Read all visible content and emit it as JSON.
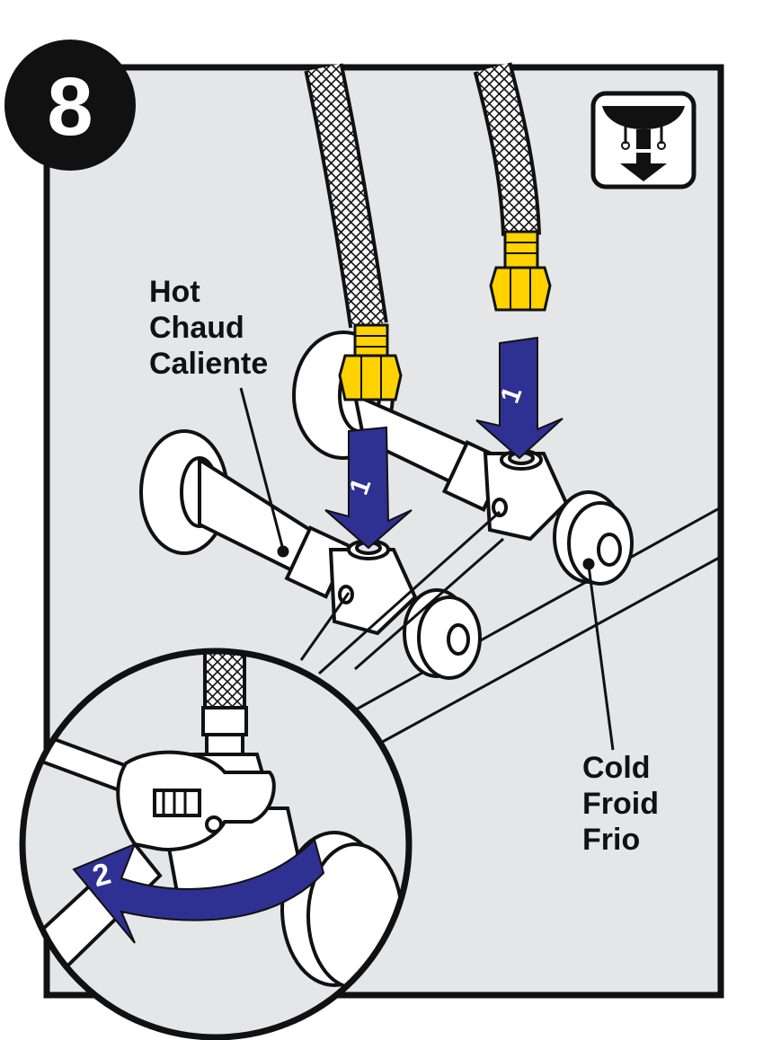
{
  "step": {
    "number": "8"
  },
  "labels": {
    "hot": [
      "Hot",
      "Chaud",
      "Caliente"
    ],
    "cold": [
      "Cold",
      "Froid",
      "Frio"
    ]
  },
  "markers": {
    "push_left": "1",
    "push_right": "1",
    "tighten": "2"
  },
  "icons": {
    "corner_icon": "sink-supply-line-icon"
  },
  "colors": {
    "panel": "#e5e6e8",
    "outline": "#111111",
    "arrow": "#2e3192",
    "nut": "#ffd200",
    "white": "#ffffff"
  }
}
